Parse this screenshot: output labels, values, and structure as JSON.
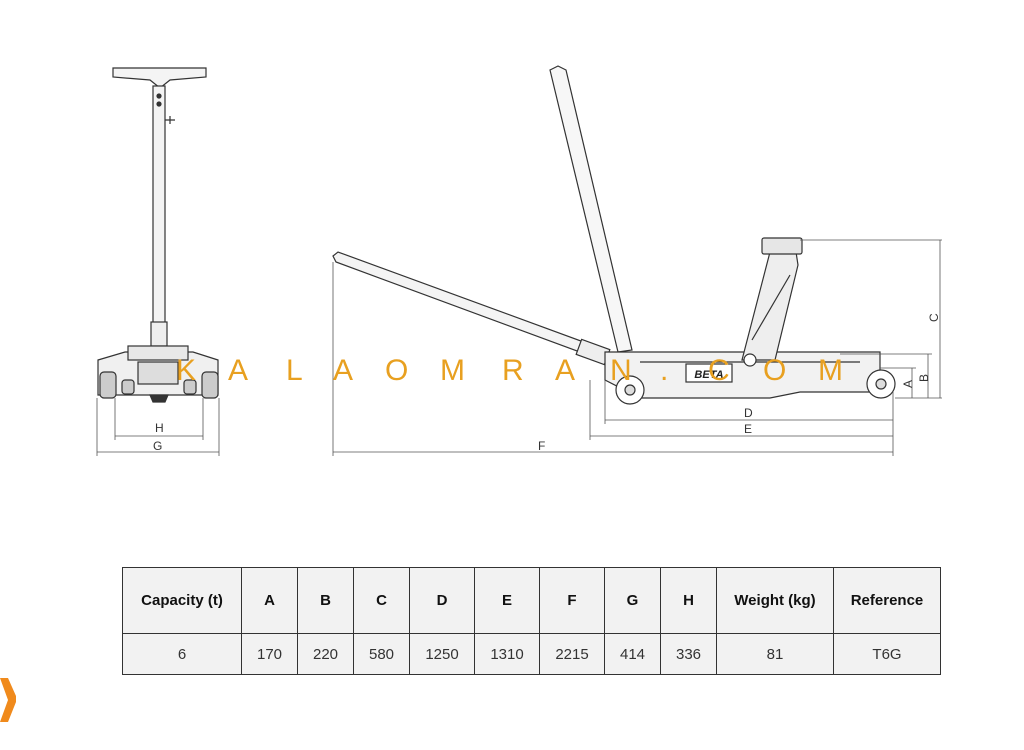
{
  "diagram": {
    "brand_plate": "BETA",
    "dimension_labels": {
      "A": "A",
      "B": "B",
      "C": "C",
      "D": "D",
      "E": "E",
      "F": "F",
      "G": "G",
      "H": "H"
    }
  },
  "watermark": {
    "letters": [
      "K",
      "A",
      "L",
      "A",
      "O",
      "M",
      "R",
      "A",
      "N",
      ".",
      "C",
      "O",
      "M"
    ],
    "color": "#e8a020"
  },
  "spec_table": {
    "headers": [
      "Capacity (t)",
      "A",
      "B",
      "C",
      "D",
      "E",
      "F",
      "G",
      "H",
      "Weight (kg)",
      "Reference"
    ],
    "rows": [
      [
        "6",
        "170",
        "220",
        "580",
        "1250",
        "1310",
        "2215",
        "414",
        "336",
        "81",
        "T6G"
      ]
    ]
  },
  "colors": {
    "line": "#333333",
    "table_fill": "#f2f2f2",
    "logo_orange": "#f08a1c"
  }
}
